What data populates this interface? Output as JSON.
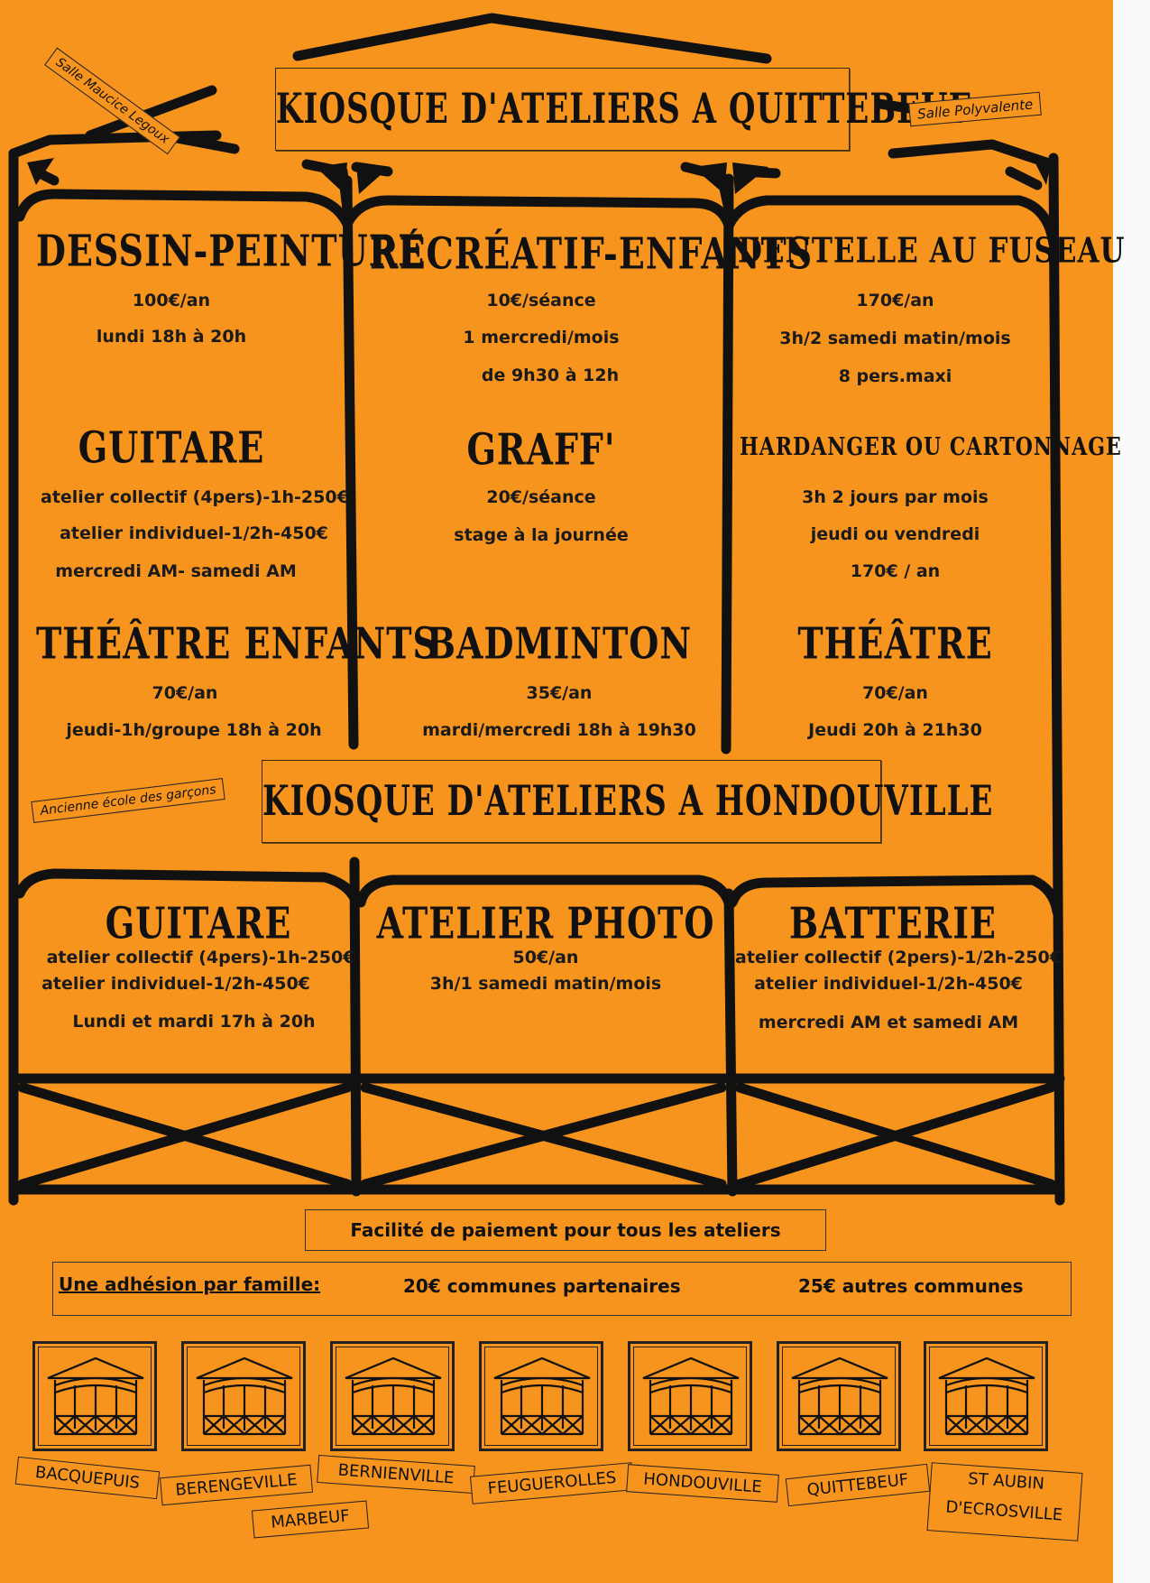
{
  "header": {
    "quittebeuf_banner": "KIOSQUE D'ATELIERS   A   QUITTEBEUF",
    "hondouville_banner": "KIOSQUE D'ATELIERS   A   HONDOUVILLE",
    "venue_left": "Salle Maucice Legoux",
    "venue_right": "Salle Polyvalente",
    "venue_hondouville": "Ancienne école des garçons"
  },
  "quittebeuf": {
    "col1": [
      {
        "title": "DESSIN-PEINTURE",
        "lines": [
          "100€/an",
          "lundi 18h à 20h"
        ]
      },
      {
        "title": "GUITARE",
        "lines": [
          "atelier collectif (4pers)-1h-250€",
          "atelier individuel-1/2h-450€",
          "mercredi AM- samedi AM"
        ]
      },
      {
        "title": "THÉÂTRE ENFANTS",
        "lines": [
          "70€/an",
          "jeudi-1h/groupe 18h à 20h"
        ]
      }
    ],
    "col2": [
      {
        "title": "RÉCRÉATIF-ENFANTS",
        "lines": [
          "10€/séance",
          "1 mercredi/mois",
          "de 9h30 à 12h"
        ]
      },
      {
        "title": "GRAFF'",
        "lines": [
          "20€/séance",
          "stage à la journée"
        ]
      },
      {
        "title": "BADMINTON",
        "lines": [
          "35€/an",
          "mardi/mercredi 18h à 19h30"
        ]
      }
    ],
    "col3": [
      {
        "title": "DENTELLE AU FUSEAU",
        "lines": [
          "170€/an",
          "3h/2 samedi matin/mois",
          "8 pers.maxi"
        ]
      },
      {
        "title": "HARDANGER OU CARTONNAGE",
        "lines": [
          "3h 2 jours par mois",
          "jeudi ou vendredi",
          "170€ / an"
        ]
      },
      {
        "title": "THÉÂTRE",
        "lines": [
          "70€/an",
          "Jeudi 20h à 21h30"
        ]
      }
    ]
  },
  "hondouville": {
    "col1": {
      "title": "GUITARE",
      "lines": [
        "atelier collectif (4pers)-1h-250€",
        "atelier individuel-1/2h-450€",
        "Lundi et mardi 17h à 20h"
      ]
    },
    "col2": {
      "title": "ATELIER   PHOTO",
      "lines": [
        "50€/an",
        "3h/1 samedi matin/mois"
      ]
    },
    "col3": {
      "title": "BATTERIE",
      "lines": [
        "atelier collectif (2pers)-1/2h-250€",
        "atelier individuel-1/2h-450€",
        "mercredi AM et samedi AM"
      ]
    }
  },
  "payment": "Facilité de paiement pour tous les ateliers",
  "membership": {
    "label": "Une adhésion par famille:",
    "partners": "20€ communes partenaires",
    "others": "25€ autres communes"
  },
  "icons": [
    "kiosk-icon"
  ],
  "towns": [
    "BACQUEPUIS",
    "BERENGEVILLE",
    "MARBEUF",
    "BERNIENVILLE",
    "FEUGUEROLLES",
    "HONDOUVILLE",
    "QUITTEBEUF",
    "ST AUBIN",
    "D'ECROSVILLE"
  ],
  "colors": {
    "paper": "#f7941d",
    "ink": "#111111"
  }
}
